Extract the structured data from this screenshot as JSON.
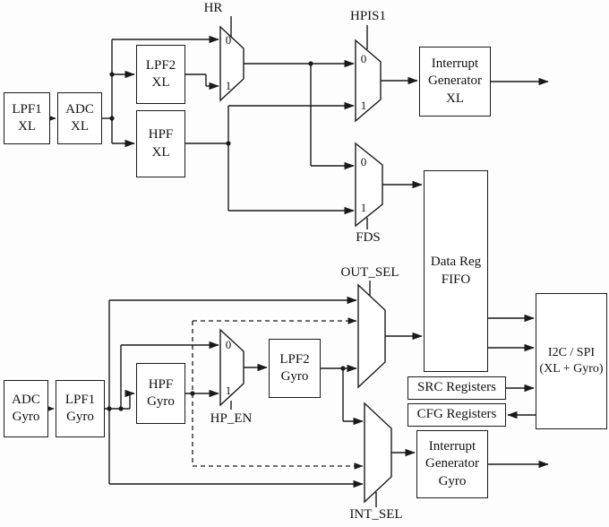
{
  "colors": {
    "line": "#1a1a1a",
    "box_border": "#1a1a1a",
    "box_fill": "#ffffff",
    "background": "#fdfdfd"
  },
  "nodes": {
    "lpf1_xl": {
      "label": "LPF1\nXL"
    },
    "adc_xl": {
      "label": "ADC\nXL"
    },
    "lpf2_xl": {
      "label": "LPF2\nXL"
    },
    "hpf_xl": {
      "label": "HPF\nXL"
    },
    "interrupt_generator_xl": {
      "label": "Interrupt\nGenerator\nXL"
    },
    "data_reg_fifo": {
      "label": "Data Reg\nFIFO"
    },
    "i2c_spi": {
      "label": "I2C / SPI\n(XL + Gyro)"
    },
    "src_registers": {
      "label": "SRC Registers"
    },
    "cfg_registers": {
      "label": "CFG Registers"
    },
    "adc_gyro": {
      "label": "ADC\nGyro"
    },
    "lpf1_gyro": {
      "label": "LPF1\nGyro"
    },
    "hpf_gyro": {
      "label": "HPF\nGyro"
    },
    "lpf2_gyro": {
      "label": "LPF2\nGyro"
    },
    "interrupt_generator_gyro": {
      "label": "Interrupt\nGenerator\nGyro"
    }
  },
  "mux_labels": {
    "hr": "HR",
    "hpis1": "HPIS1",
    "fds": "FDS",
    "out_sel": "OUT_SEL",
    "int_sel": "INT_SEL",
    "hp_en": "HP_EN"
  },
  "mux_inputs": {
    "zero": "0",
    "one": "1"
  }
}
